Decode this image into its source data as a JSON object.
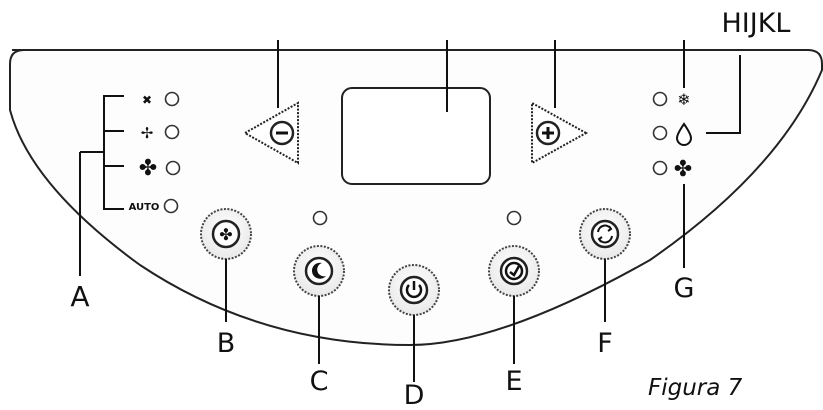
{
  "figure": {
    "caption": "Figura 7",
    "title_label": "HIJKL"
  },
  "callouts": {
    "a": "A",
    "b": "B",
    "c": "C",
    "d": "D",
    "e": "E",
    "f": "F",
    "g": "G"
  },
  "fan_speed_indicators": {
    "auto_label": "AUTO"
  },
  "buttons": [
    {
      "id": "minus",
      "icon": "minus-icon"
    },
    {
      "id": "plus",
      "icon": "plus-icon"
    },
    {
      "id": "fan",
      "icon": "fan-icon"
    },
    {
      "id": "sleep",
      "icon": "moon-icon"
    },
    {
      "id": "power",
      "icon": "power-icon"
    },
    {
      "id": "timer",
      "icon": "clock-icon"
    },
    {
      "id": "mode",
      "icon": "cycle-icon"
    }
  ]
}
